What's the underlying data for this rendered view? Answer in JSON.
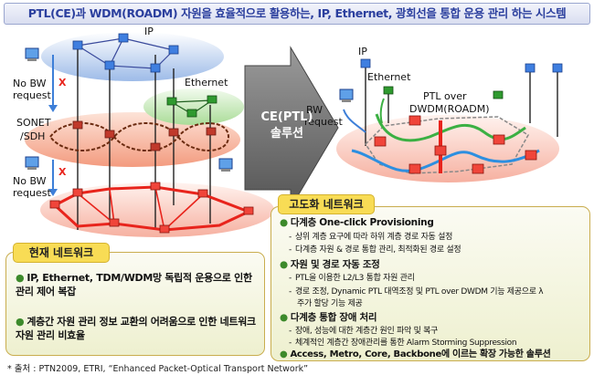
{
  "banner": {
    "title": "PTL(CE)과 WDM(ROADM) 자원을 효율적으로 활용하는, IP, Ethernet, 광회선을 통합 운용 관리 하는 시스템"
  },
  "diagram": {
    "left": {
      "ip_label": "IP",
      "ethernet_label": "Ethernet",
      "sonet_label_1": "SONET",
      "sonet_label_2": "/SDH",
      "no_bw_request_top_1": "No BW",
      "no_bw_request_top_2": "request",
      "no_bw_request_bottom_1": "No BW",
      "no_bw_request_bottom_2": "request",
      "x_mark": "X"
    },
    "center_arrow": {
      "line1": "CE(PTL)",
      "line2": "솔루션"
    },
    "right": {
      "ip_label": "IP",
      "ethernet_label": "Ethernet",
      "bw_request_1": "BW",
      "bw_request_2": "request",
      "ptl_over_1": "PTL over",
      "ptl_over_2": "DWDM(ROADM)"
    },
    "colors": {
      "ip_plane": "#7aa3e0",
      "ethernet_plane": "#b7e1a8",
      "sonet_plane": "#f4a98a",
      "wdm_plane": "#f7b4a8",
      "red_ring": "#e8241c",
      "green_path": "#3cb043",
      "blue_path": "#2d8fe0",
      "arrow_gray": "#777777"
    }
  },
  "current_network": {
    "tab_label": "현재 네트워크",
    "bullets": [
      "IP, Ethernet, TDM/WDM망 독립적 운용으로 인한 관리 제어 복잡",
      "계층간 자원 관리 정보 교환의 어려움으로 인한 네트워크 자원 관리 비효율"
    ]
  },
  "advanced_network": {
    "tab_label": "고도화 네트워크",
    "sections": [
      {
        "title": "다계층 One-click Provisioning",
        "items": [
          "상위 계층 요구에 따라 하위 계층 경로 자동 설정",
          "다계층 자원 & 경로 통합 관리, 최적화된 경로 설정"
        ]
      },
      {
        "title": "자원 및 경로 자동 조정",
        "items": [
          "PTL을 이용한 L2/L3 통합 자원 관리",
          "경로 조정, Dynamic PTL 대역조정 및 PTL over DWDM 기능 제공으로 λ",
          "주가 할당 기능 제공"
        ]
      },
      {
        "title": "다계층 통합 장애 처리",
        "items": [
          "장애, 성능에 대한 계층간 원인 파악 및 복구",
          "체계적인 계층간 장애관리를 통한 Alarm Storming Suppression"
        ]
      },
      {
        "title": "Access, Metro, Core, Backbone에 이르는 확장 가능한 솔루션",
        "items": []
      }
    ]
  },
  "source_note": "* 출처 : PTN2009, ETRI, “Enhanced Packet-Optical Transport Network”"
}
